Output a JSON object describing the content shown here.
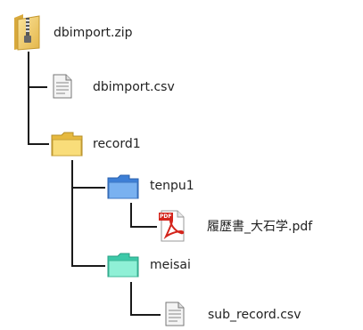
{
  "tree": {
    "root": {
      "label": "dbimport.zip",
      "icon": "zip-folder-icon"
    },
    "csv": {
      "label": "dbimport.csv",
      "icon": "text-file-icon"
    },
    "record1": {
      "label": "record1",
      "icon": "yellow-folder-icon"
    },
    "tenpu1": {
      "label": "tenpu1",
      "icon": "blue-folder-icon"
    },
    "pdf": {
      "label": "履歴書_大石学.pdf",
      "icon": "pdf-file-icon",
      "badge": "PDF"
    },
    "meisai": {
      "label": "meisai",
      "icon": "green-folder-icon"
    },
    "subcsv": {
      "label": "sub_record.csv",
      "icon": "text-file-icon"
    }
  },
  "colors": {
    "line": "#1a1a1a",
    "yellow_folder": "#f7d46a",
    "blue_folder": "#5f9de8",
    "green_folder": "#6fe0c4",
    "pdf_red": "#d4251c"
  }
}
